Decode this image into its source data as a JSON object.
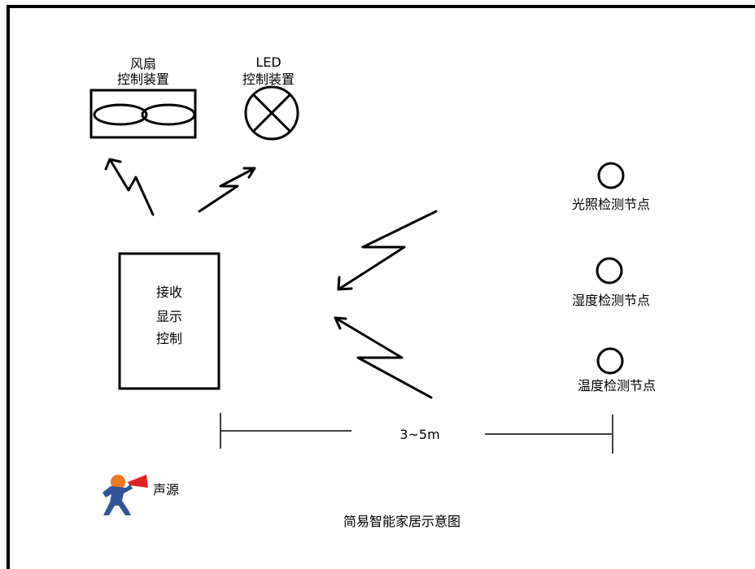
{
  "diagram": {
    "fan": {
      "line1": "风扇",
      "line2": "控制装置"
    },
    "led": {
      "line1": "LED",
      "line2": "控制装置"
    },
    "receiver": {
      "line1": "接收",
      "line2": "显示",
      "line3": "控制"
    },
    "nodes": [
      {
        "label": "光照检测节点"
      },
      {
        "label": "湿度检测节点"
      },
      {
        "label": "温度检测节点"
      }
    ],
    "distance": "3~5m",
    "sound_source": {
      "label": "声源",
      "icon": "person-megaphone-icon"
    },
    "caption": "简易智能家居示意图",
    "colors": {
      "line": "#000000",
      "person_head": "#f07a1c",
      "person_body": "#2f5597",
      "megaphone": "#e02020"
    }
  }
}
